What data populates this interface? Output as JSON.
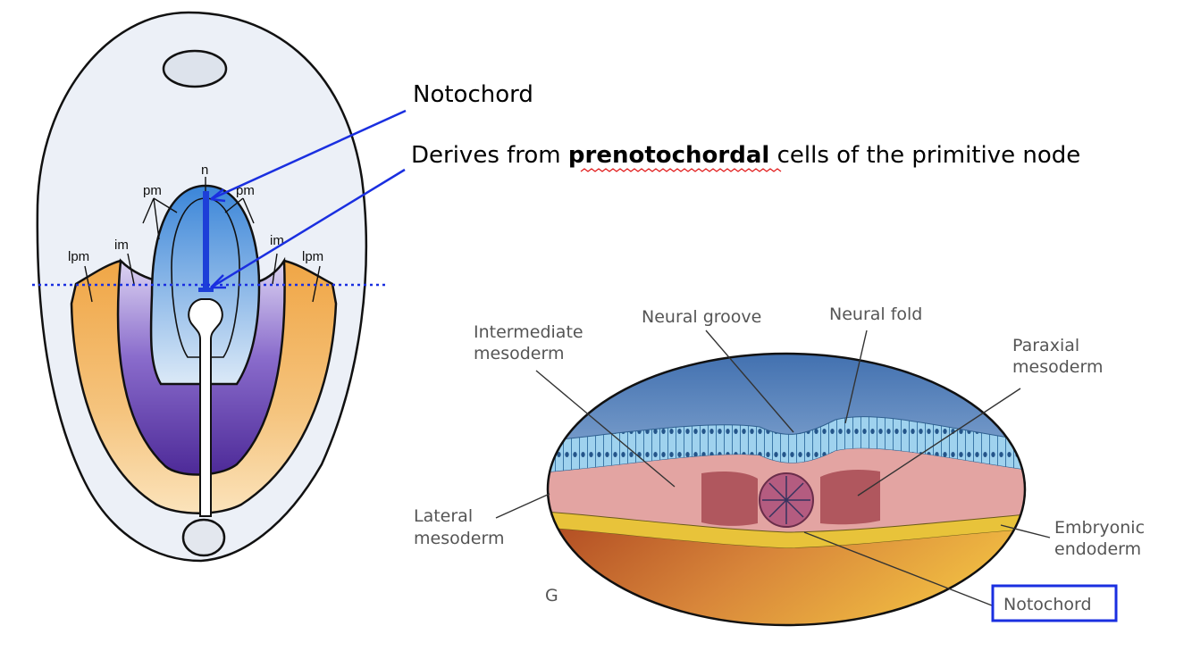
{
  "slide": {
    "title": "Notochord",
    "subtitle_before": "Derives from ",
    "subtitle_bold": "prenotochordal",
    "subtitle_after": " cells of the primitive node"
  },
  "left_diagram": {
    "labels": {
      "n": "n",
      "pm_left": "pm",
      "pm_right": "pm",
      "im_left": "im",
      "im_right": "im",
      "lpm_left": "lpm",
      "lpm_right": "lpm"
    }
  },
  "right_diagram": {
    "labels": {
      "neural_groove": "Neural groove",
      "neural_fold": "Neural fold",
      "intermediate_1": "Intermediate",
      "intermediate_2": "mesoderm",
      "paraxial_1": "Paraxial",
      "paraxial_2": "mesoderm",
      "lateral_1": "Lateral",
      "lateral_2": "mesoderm",
      "embryonic_1": "Embryonic",
      "embryonic_2": "endoderm",
      "notochord": "Notochord",
      "panel_letter": "G"
    }
  },
  "colors": {
    "annotation_blue": "#1a2fe0",
    "ectoderm_blue": "#4d79b8",
    "mesoderm_pink": "#dd9a98",
    "endoderm_orange": "#e1a045",
    "purple": "#6a43b0",
    "orange_band": "#f2b25a"
  }
}
